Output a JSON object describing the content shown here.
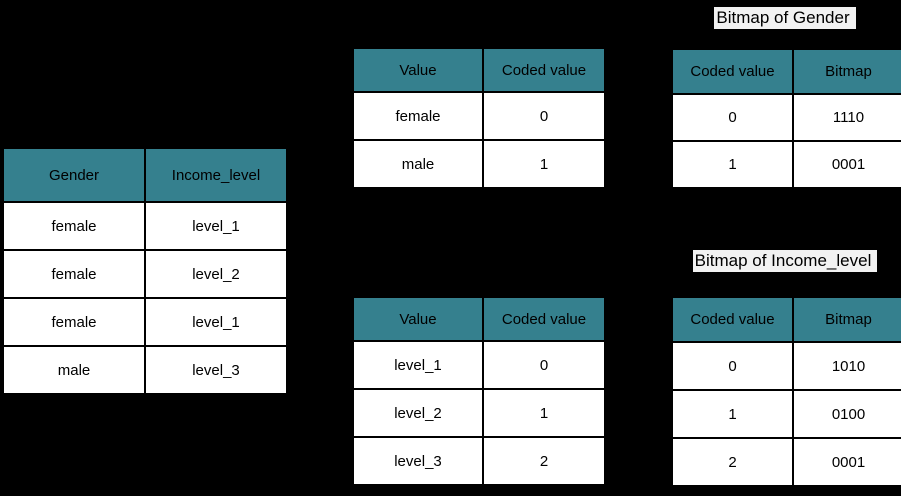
{
  "diagram": {
    "background_color": "#000000",
    "header_bg_color": "#35808E",
    "cell_bg_color": "#ffffff",
    "border_color": "#000000",
    "title_highlight_color": "#f2f2f2"
  },
  "tables": {
    "source": {
      "headers": [
        "Gender",
        "Income_level"
      ],
      "rows": [
        [
          "female",
          "level_1"
        ],
        [
          "female",
          "level_2"
        ],
        [
          "female",
          "level_1"
        ],
        [
          "male",
          "level_3"
        ]
      ]
    },
    "gender_coding": {
      "headers": [
        "Value",
        "Coded value"
      ],
      "rows": [
        [
          "female",
          "0"
        ],
        [
          "male",
          "1"
        ]
      ]
    },
    "income_coding": {
      "headers": [
        "Value",
        "Coded value"
      ],
      "rows": [
        [
          "level_1",
          "0"
        ],
        [
          "level_2",
          "1"
        ],
        [
          "level_3",
          "2"
        ]
      ]
    },
    "gender_bitmap": {
      "title": "Bitmap of Gender",
      "headers": [
        "Coded value",
        "Bitmap"
      ],
      "rows": [
        [
          "0",
          "1110"
        ],
        [
          "1",
          "0001"
        ]
      ]
    },
    "income_bitmap": {
      "title": "Bitmap of Income_level",
      "headers": [
        "Coded value",
        "Bitmap"
      ],
      "rows": [
        [
          "0",
          "1010"
        ],
        [
          "1",
          "0100"
        ],
        [
          "2",
          "0001"
        ]
      ]
    }
  }
}
